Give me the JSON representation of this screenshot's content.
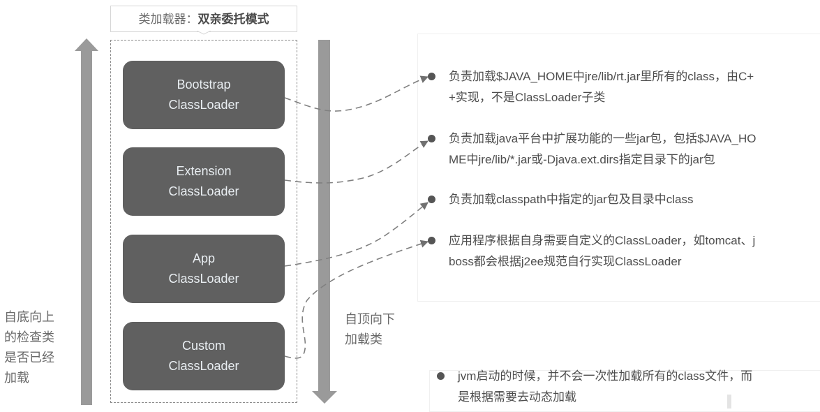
{
  "title": {
    "prefix": "类加载器：",
    "emphasis": "双亲委托模式"
  },
  "loaders": [
    {
      "line1": "Bootstrap",
      "line2": "ClassLoader"
    },
    {
      "line1": "Extension",
      "line2": "ClassLoader"
    },
    {
      "line1": "App",
      "line2": "ClassLoader"
    },
    {
      "line1": "Custom",
      "line2": "ClassLoader"
    }
  ],
  "left_label": {
    "lines": [
      "自底向上",
      "的检查类",
      "是否已经",
      "加载"
    ]
  },
  "right_label": {
    "lines": [
      "自顶向下",
      "加载类"
    ]
  },
  "descriptions": [
    {
      "lines": [
        "负责加载$JAVA_HOME中jre/lib/rt.jar里所有的class，由C+",
        "+实现，不是ClassLoader子类"
      ]
    },
    {
      "lines": [
        "负责加载java平台中扩展功能的一些jar包，包括$JAVA_HO",
        "ME中jre/lib/*.jar或-Djava.ext.dirs指定目录下的jar包"
      ]
    },
    {
      "lines": [
        "负责加载classpath中指定的jar包及目录中class"
      ]
    },
    {
      "lines": [
        "应用程序根据自身需要自定义的ClassLoader，如tomcat、j",
        "boss都会根据j2ee规范自行实现ClassLoader"
      ]
    }
  ],
  "note": {
    "lines": [
      "jvm启动的时候，并不会一次性加载所有的class文件，而",
      "是根据需要去动态加载"
    ]
  },
  "colors": {
    "loader_fill": "#606060",
    "arrow_fill": "#9a9a9a",
    "connector": "#707070",
    "text": "#4d4d4d"
  }
}
